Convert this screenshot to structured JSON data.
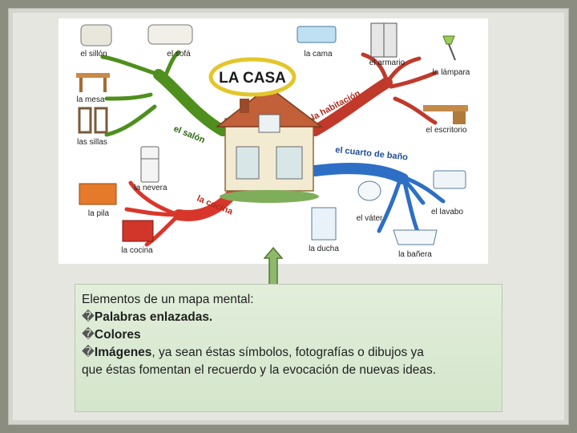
{
  "map": {
    "title": "LA CASA",
    "branches": {
      "salon": "el salón",
      "habitacion": "la habitación",
      "cuarto_bano": "el cuarto de baño",
      "cocina": "la cocina"
    },
    "items": {
      "sillon": "el sillón",
      "sofa": "el sofá",
      "mesa": "la mesa",
      "sillas": "las sillas",
      "cama": "la cama",
      "armario": "el armario",
      "lampara": "la lámpara",
      "escritorio": "el escritorio",
      "nevera": "la nevera",
      "pila": "la pila",
      "cocina": "la cocina",
      "vater": "el váter",
      "lavabo": "el lavabo",
      "ducha": "la ducha",
      "banera": "la bañera"
    },
    "colors": {
      "salon": "#4e8f1e",
      "habitacion": "#c0392b",
      "bano": "#2d6fc4",
      "cocina": "#d9362b"
    }
  },
  "text": {
    "heading": "Elementos de un mapa mental:",
    "bullet_glyph": "�",
    "b1_bold": "Palabras enlazadas.",
    "b2_bold": "Colores",
    "b3_bold": "Imágenes",
    "b3_rest": ", ya sean éstas símbolos, fotografías o dibujos ya",
    "line_last": "que éstas fomentan el recuerdo y la evocación de nuevas ideas."
  }
}
